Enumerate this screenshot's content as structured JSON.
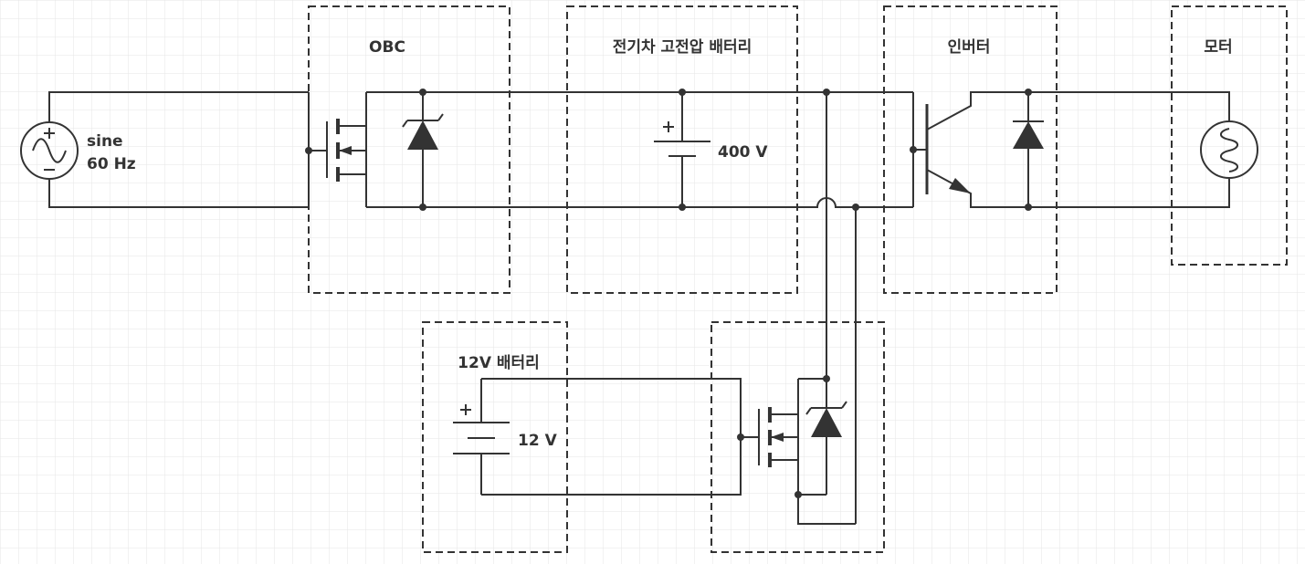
{
  "blocks": {
    "obc": "OBC",
    "hv_battery": "전기차 고전압 배터리",
    "inverter": "인버터",
    "motor": "모터",
    "lv_battery": "12V 배터리"
  },
  "source": {
    "waveform": "sine",
    "frequency": "60 Hz"
  },
  "hv_battery_voltage": "400 V",
  "lv_battery_voltage": "12 V",
  "colors": {
    "line": "#333333",
    "grid": "#e6e6e6",
    "background": "#ffffff"
  }
}
